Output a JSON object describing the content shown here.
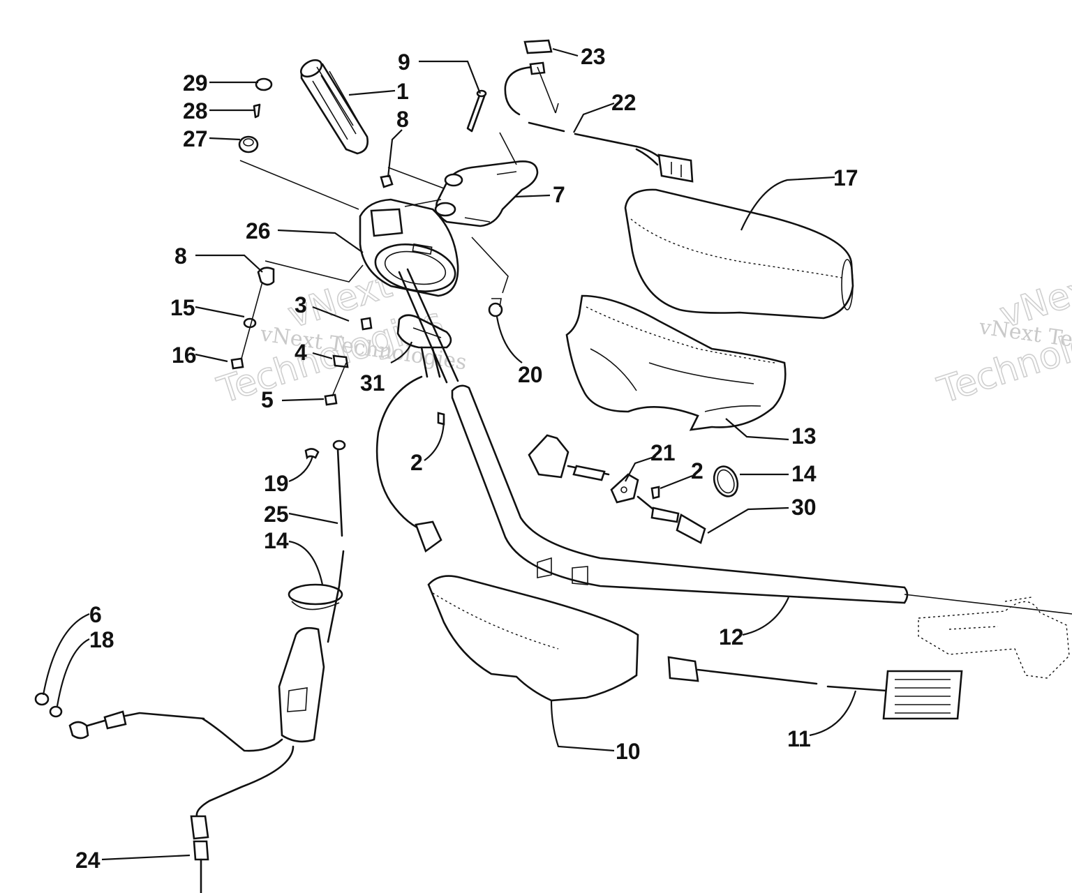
{
  "watermark": {
    "line1": "vNext Technologies",
    "line2_a": "vNext",
    "line2_b": "Technologies"
  },
  "callouts": [
    {
      "id": "29",
      "label": "29"
    },
    {
      "id": "28",
      "label": "28"
    },
    {
      "id": "27",
      "label": "27"
    },
    {
      "id": "1",
      "label": "1"
    },
    {
      "id": "9",
      "label": "9"
    },
    {
      "id": "23",
      "label": "23"
    },
    {
      "id": "22",
      "label": "22"
    },
    {
      "id": "8a",
      "label": "8"
    },
    {
      "id": "7",
      "label": "7"
    },
    {
      "id": "17",
      "label": "17"
    },
    {
      "id": "26",
      "label": "26"
    },
    {
      "id": "8b",
      "label": "8"
    },
    {
      "id": "15",
      "label": "15"
    },
    {
      "id": "3",
      "label": "3"
    },
    {
      "id": "16",
      "label": "16"
    },
    {
      "id": "4",
      "label": "4"
    },
    {
      "id": "31",
      "label": "31"
    },
    {
      "id": "5",
      "label": "5"
    },
    {
      "id": "20",
      "label": "20"
    },
    {
      "id": "13",
      "label": "13"
    },
    {
      "id": "21",
      "label": "21"
    },
    {
      "id": "2a",
      "label": "2"
    },
    {
      "id": "14a",
      "label": "14"
    },
    {
      "id": "2b",
      "label": "2"
    },
    {
      "id": "30",
      "label": "30"
    },
    {
      "id": "19",
      "label": "19"
    },
    {
      "id": "25",
      "label": "25"
    },
    {
      "id": "14b",
      "label": "14"
    },
    {
      "id": "6",
      "label": "6"
    },
    {
      "id": "18",
      "label": "18"
    },
    {
      "id": "12",
      "label": "12"
    },
    {
      "id": "10",
      "label": "10"
    },
    {
      "id": "11",
      "label": "11"
    },
    {
      "id": "24",
      "label": "24"
    }
  ]
}
